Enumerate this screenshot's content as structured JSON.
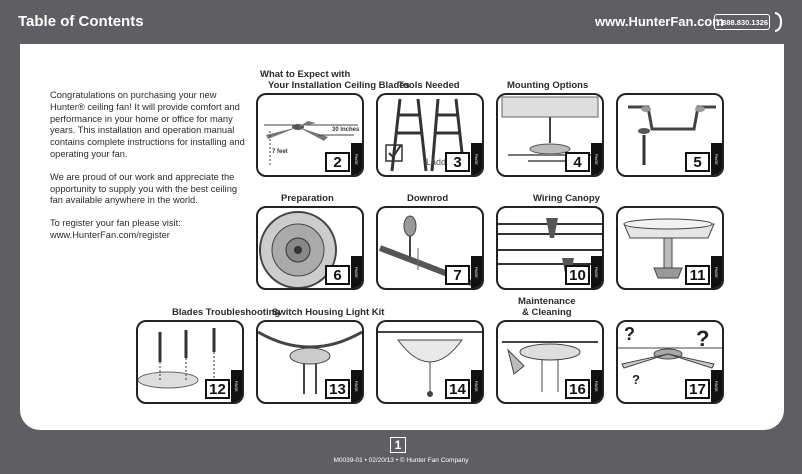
{
  "header": {
    "title": "Table of Contents",
    "website": "www.HunterFan.com",
    "phone": "1.888.830.1326"
  },
  "intro": {
    "p1": "Congratulations on purchasing your new Hunter® ceiling fan! It will provide comfort and performance in your home or office for many years. This installation and operation manual contains complete instructions for installing and operating your fan.",
    "p2": "We are proud of our work and appreciate the opportunity to supply you with the best ceiling fan available anywhere in the world.",
    "p3": "To register your fan please visit: www.HunterFan.com/register"
  },
  "sections": [
    {
      "title_line1": "What to Expect with",
      "title_line2": "Your Installation Ceiling Blades",
      "page": "2",
      "dim1": "30 inches",
      "dim2": "7 feet"
    },
    {
      "title": "Tools Needed",
      "page": "3",
      "caption": "Ladder"
    },
    {
      "title": "Mounting Options",
      "page": "4"
    },
    {
      "title": "",
      "page": "5"
    },
    {
      "title": "Preparation",
      "page": "6"
    },
    {
      "title": "Downrod",
      "page": "7"
    },
    {
      "title": "Wiring Canopy",
      "page": "10"
    },
    {
      "title": "",
      "page": "11"
    },
    {
      "title": "Blades Troubleshooting",
      "page": "12"
    },
    {
      "title": "Switch Housing Light Kit",
      "page": "13"
    },
    {
      "title": "",
      "page": "14"
    },
    {
      "title_line1": "Maintenance",
      "title_line2": "& Cleaning",
      "page": "16"
    },
    {
      "title": "",
      "page": "17"
    }
  ],
  "page_tab": "PAGE",
  "footer": {
    "page_number": "1",
    "text": "M0039-01 • 02/20/13 • © Hunter Fan Company"
  }
}
